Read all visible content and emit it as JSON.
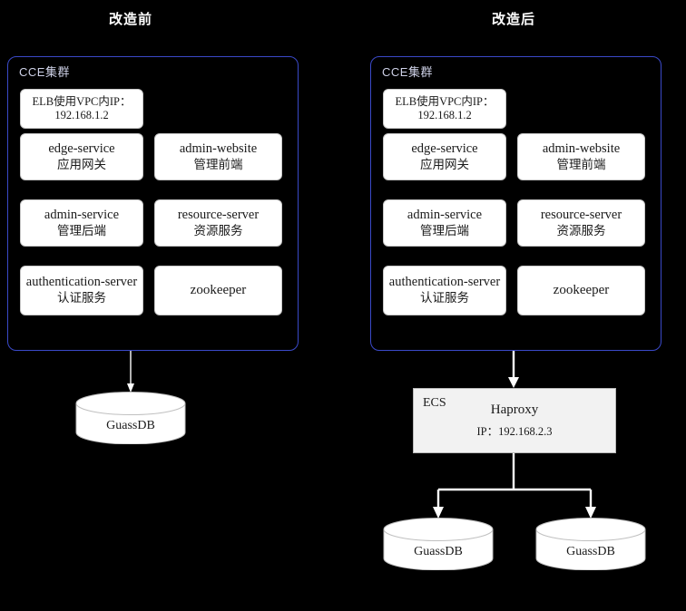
{
  "titles": {
    "before": "改造前",
    "after": "改造后"
  },
  "before": {
    "cluster_label": "CCE集群",
    "elb": {
      "line1": "ELB使用VPC内IP：",
      "line2": "192.168.1.2"
    },
    "services": [
      {
        "name": "edge-service",
        "desc": "应用网关"
      },
      {
        "name": "admin-website",
        "desc": "管理前端"
      },
      {
        "name": "admin-service",
        "desc": "管理后端"
      },
      {
        "name": "resource-server",
        "desc": "资源服务"
      },
      {
        "name": "authentication-server",
        "desc": "认证服务"
      },
      {
        "name": "zookeeper",
        "desc": ""
      }
    ],
    "db": {
      "label": "GuassDB"
    }
  },
  "after": {
    "cluster_label": "CCE集群",
    "elb": {
      "line1": "ELB使用VPC内IP：",
      "line2": "192.168.1.2"
    },
    "services": [
      {
        "name": "edge-service",
        "desc": "应用网关"
      },
      {
        "name": "admin-website",
        "desc": "管理前端"
      },
      {
        "name": "admin-service",
        "desc": "管理后端"
      },
      {
        "name": "resource-server",
        "desc": "资源服务"
      },
      {
        "name": "authentication-server",
        "desc": "认证服务"
      },
      {
        "name": "zookeeper",
        "desc": ""
      }
    ],
    "ecs": {
      "label": "ECS",
      "name": "Haproxy",
      "ip": "IP：192.168.2.3"
    },
    "databases": [
      {
        "label": "GuassDB"
      },
      {
        "label": "GuassDB"
      }
    ]
  },
  "colors": {
    "background": "#000000",
    "cluster_border": "#3a49c8",
    "box_fill": "#ffffff",
    "ecs_fill": "#f2f2f2",
    "text_light": "#ffffff",
    "text_dark": "#1a1a1a"
  }
}
